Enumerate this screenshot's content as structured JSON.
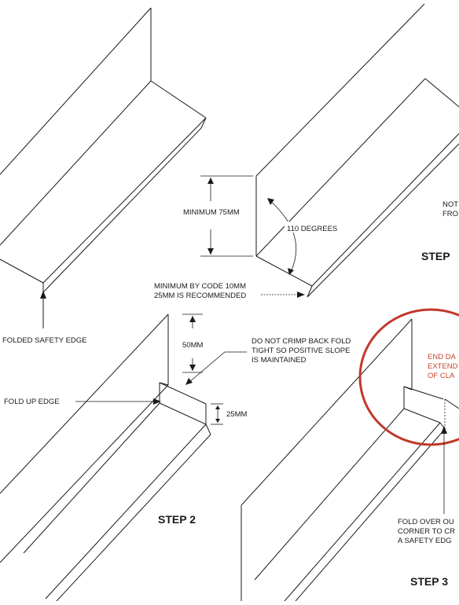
{
  "labels": {
    "folded_safety_edge": "FOLDED SAFETY EDGE",
    "minimum_75mm": "MINIMUM 75MM",
    "degrees_110": "110 DEGREES",
    "min_code_line1": "MINIMUM BY CODE 10MM",
    "min_code_line2": "25MM IS RECOMMENDED",
    "note_line1": "NOT",
    "note_line2": "FRO",
    "step1": "STEP",
    "dim_50mm": "50MM",
    "crimp_line1": "DO NOT CRIMP BACK FOLD",
    "crimp_line2": "TIGHT SO POSITIVE SLOPE",
    "crimp_line3": "IS MAINTAINED",
    "fold_up_edge": "FOLD UP EDGE",
    "dim_25mm": "25MM",
    "step2": "STEP 2",
    "end_line1": "END DA",
    "end_line2": "EXTEND",
    "end_line3": "OF CLA",
    "foldover_line1": "FOLD OVER OU",
    "foldover_line2": "CORNER TO CR",
    "foldover_line3": "A SAFETY EDG",
    "step3": "STEP 3"
  },
  "colors": {
    "ink": "#1a1a1a",
    "highlight_red": "#c8452c"
  }
}
